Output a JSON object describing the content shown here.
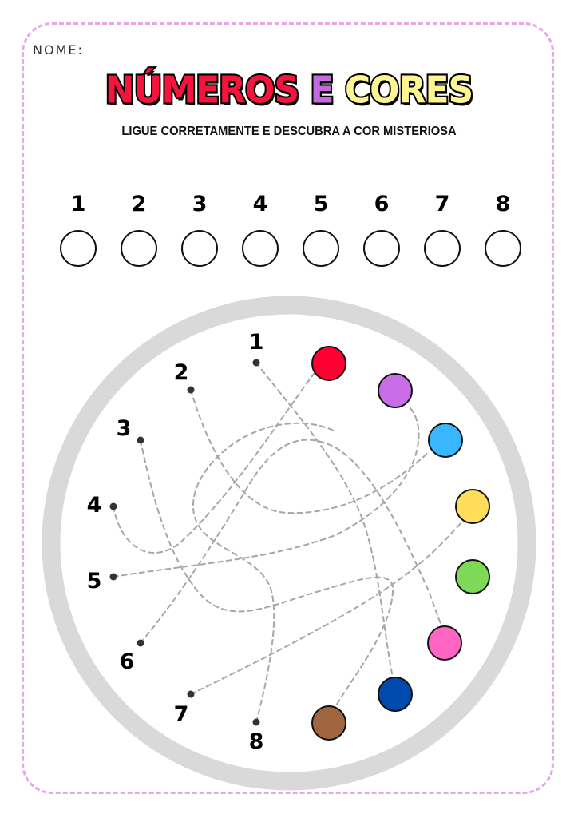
{
  "header": {
    "name_label": "NOME:",
    "title_part1": "NÚMEROS",
    "title_part2": "E",
    "title_part3": "CORES",
    "subtitle": "LIGUE CORRETAMENTE E DESCUBRA A COR MISTERIOSA"
  },
  "answer_slots": [
    {
      "number": "1"
    },
    {
      "number": "2"
    },
    {
      "number": "3"
    },
    {
      "number": "4"
    },
    {
      "number": "5"
    },
    {
      "number": "6"
    },
    {
      "number": "7"
    },
    {
      "number": "8"
    }
  ],
  "puzzle": {
    "numbers": [
      "1",
      "2",
      "3",
      "4",
      "5",
      "6",
      "7",
      "8"
    ],
    "colors": [
      {
        "name": "red",
        "hex": "#ff0033"
      },
      {
        "name": "purple",
        "hex": "#c76ee6"
      },
      {
        "name": "light-blue",
        "hex": "#38b6ff"
      },
      {
        "name": "yellow",
        "hex": "#ffde59"
      },
      {
        "name": "green",
        "hex": "#7ed957"
      },
      {
        "name": "pink",
        "hex": "#ff66c4"
      },
      {
        "name": "dark-blue",
        "hex": "#004aad"
      },
      {
        "name": "brown",
        "hex": "#a0663f"
      }
    ]
  },
  "theme": {
    "frame_border": "#e6a6ec",
    "ring_color": "#d9d9d9",
    "path_color": "#a6a6a6"
  }
}
